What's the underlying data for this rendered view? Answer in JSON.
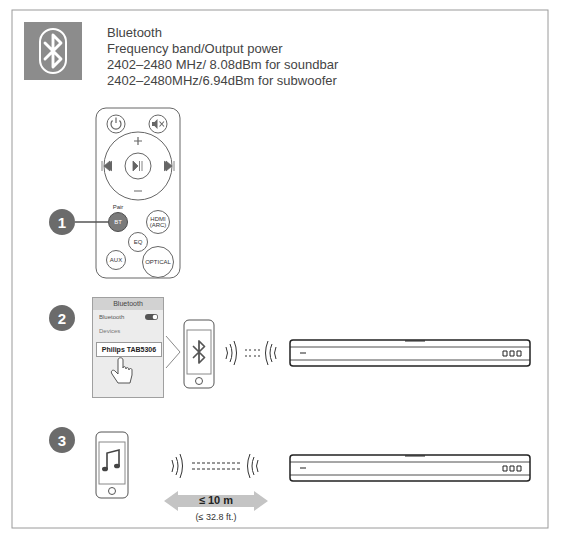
{
  "diagram": {
    "nodes": [
      {
        "text": [
          "1"
        ]
      },
      {
        "text": [
          "Pair",
          "BT"
        ]
      },
      {
        "text": [
          "HDMI (ARC)"
        ]
      },
      {
        "text": [
          "EQ"
        ]
      },
      {
        "text": [
          "AUX"
        ]
      },
      {
        "text": [
          "OPTICAL"
        ]
      },
      {
        "text": [
          "2"
        ]
      },
      {
        "text": [
          "Bluetooth",
          "Bluetooth",
          "Devices"
        ]
      },
      {
        "text": [
          "Philips TAB5306"
        ],
        "in": 7
      },
      {
        "text": [
          "3"
        ]
      }
    ],
    "edges": [
      {
        "from": 0,
        "to": 1,
        "arrow": "none"
      }
    ],
    "labels": [
      "Bluetooth",
      "Frequency band/Output power",
      "2402–2480 MHz/ 8.08dBm for soundbar",
      "2402–2480MHz/6.94dBm for subwoofer",
      "≤ 10 m",
      "(≤ 32.8 ft.)"
    ]
  }
}
